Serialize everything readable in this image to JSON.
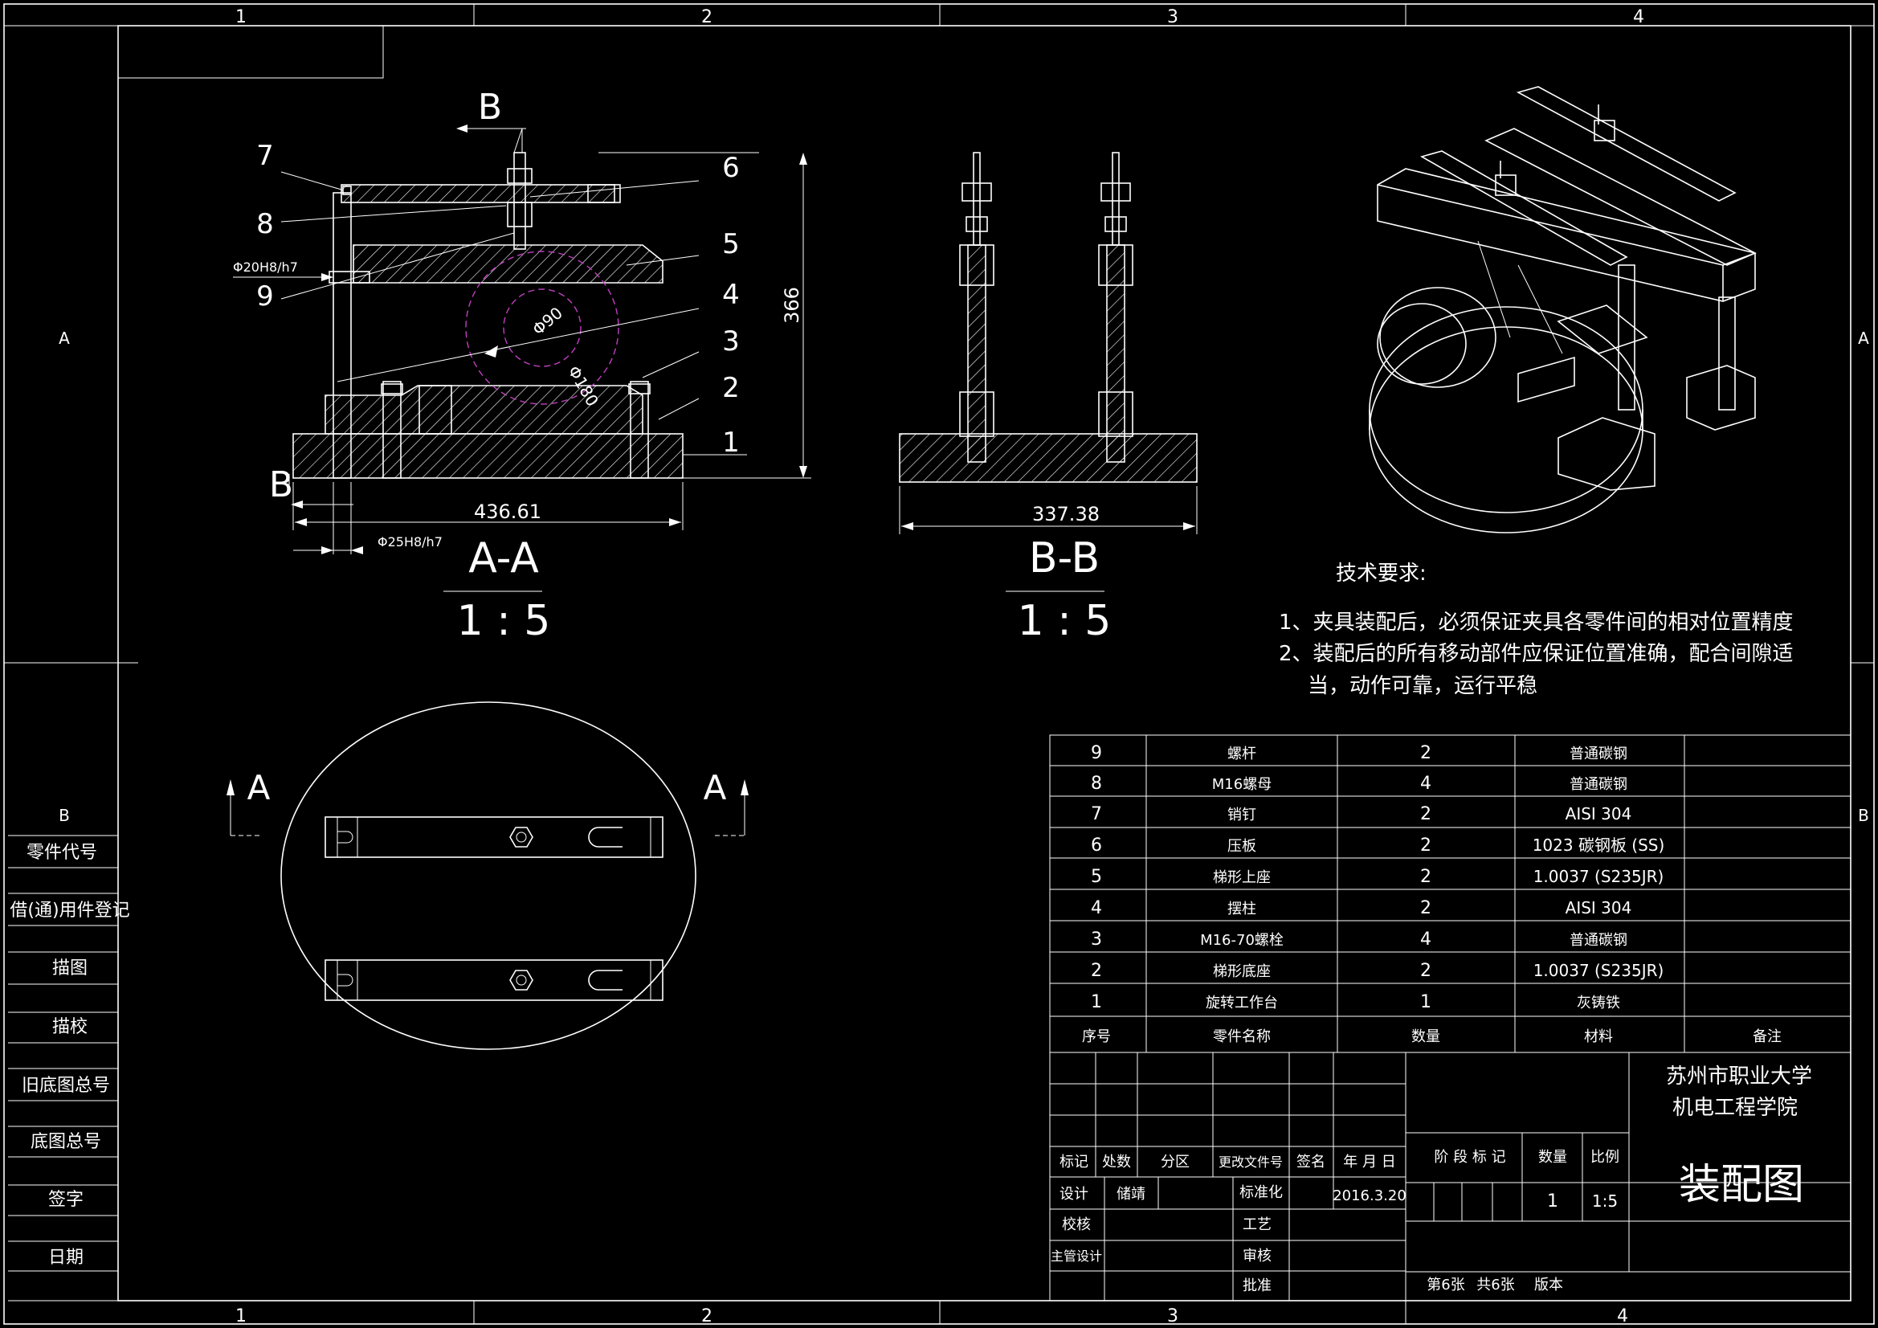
{
  "zones_top": [
    "1",
    "2",
    "3",
    "4"
  ],
  "zones_bottom": [
    "1",
    "2",
    "3",
    "4"
  ],
  "zones_side": [
    "A",
    "B"
  ],
  "side_block": {
    "rows": [
      "零件代号",
      "借(通)用件登记",
      "描图",
      "描校",
      "旧底图总号",
      "底图总号",
      "签字",
      "日期"
    ]
  },
  "view_aa": {
    "section_mark": "B",
    "balloons": [
      "7",
      "8",
      "9",
      "6",
      "5",
      "4",
      "3",
      "2",
      "1"
    ],
    "fit_top": "Φ20H8/h7",
    "fit_bottom": "Φ25H8/h7",
    "dim_height": "366",
    "dim_width": "436.61",
    "dia_small": "Φ90",
    "dia_large": "Φ180",
    "title": "A-A",
    "scale": "1 : 5"
  },
  "view_bb": {
    "dim_width": "337.38",
    "title": "B-B",
    "scale": "1 : 5"
  },
  "plan_view": {
    "section_mark_left": "A",
    "section_mark_right": "A"
  },
  "tech_requirements": {
    "heading": "技术要求:",
    "items": [
      "1、夹具装配后，必须保证夹具各零件间的相对位置精度",
      "2、装配后的所有移动部件应保证位置准确，配合间隙适",
      "当，动作可靠，运行平稳"
    ]
  },
  "bom": {
    "headers": [
      "序号",
      "零件名称",
      "数量",
      "材料",
      "备注"
    ],
    "rows": [
      [
        "9",
        "螺杆",
        "2",
        "普通碳钢",
        ""
      ],
      [
        "8",
        "M16螺母",
        "4",
        "普通碳钢",
        ""
      ],
      [
        "7",
        "销钉",
        "2",
        "AISI 304",
        ""
      ],
      [
        "6",
        "压板",
        "2",
        "1023 碳钢板 (SS)",
        ""
      ],
      [
        "5",
        "梯形上座",
        "2",
        "1.0037 (S235JR)",
        ""
      ],
      [
        "4",
        "摆柱",
        "2",
        "AISI 304",
        ""
      ],
      [
        "3",
        "M16-70螺栓",
        "4",
        "普通碳钢",
        ""
      ],
      [
        "2",
        "梯形底座",
        "2",
        "1.0037 (S235JR)",
        ""
      ],
      [
        "1",
        "旋转工作台",
        "1",
        "灰铸铁",
        ""
      ]
    ]
  },
  "title_block": {
    "school_line1": "苏州市职业大学",
    "school_line2": "机电工程学院",
    "drawing_title": "装配图",
    "rev_headers": [
      "标记",
      "处数",
      "分区",
      "更改文件号",
      "签名",
      "年 月 日"
    ],
    "design_label": "设计",
    "designer": "储靖",
    "standard_label": "标准化",
    "date": "2016.3.20",
    "check_label": "校核",
    "process_label": "工艺",
    "chief_label": "主管设计",
    "review_label": "审核",
    "approve_label": "批准",
    "stage_label": "阶 段 标 记",
    "qty_label": "数量",
    "scale_label": "比例",
    "qty_value": "1",
    "scale_value": "1:5",
    "sheet_label": "第6张",
    "total_label": "共6张",
    "version_label": "版本"
  }
}
